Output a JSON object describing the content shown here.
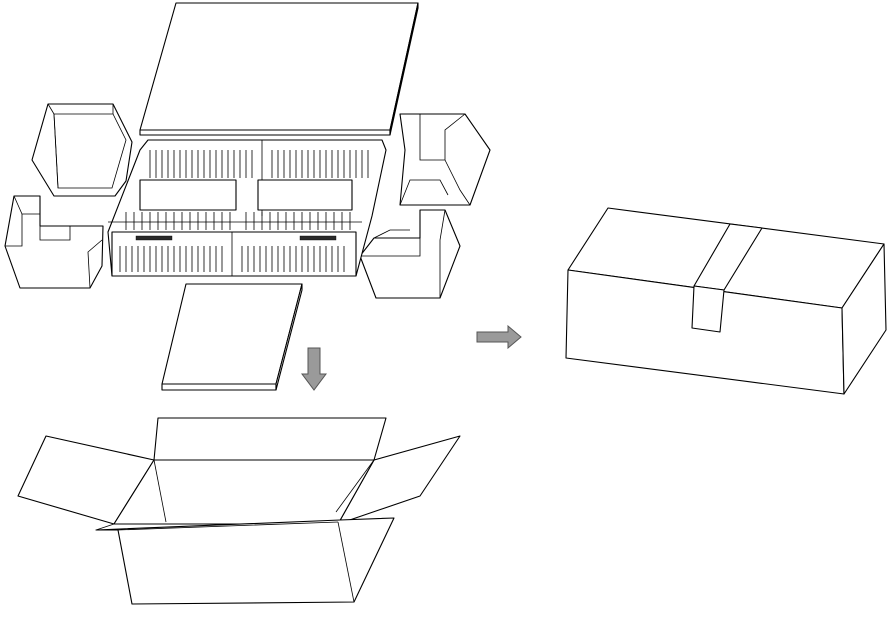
{
  "diagram": {
    "steps": [
      "packing-components",
      "box-filling",
      "sealed-box"
    ],
    "colors": {
      "line": "#000000",
      "background": "#ffffff",
      "arrow": "#9a9a9a"
    }
  }
}
